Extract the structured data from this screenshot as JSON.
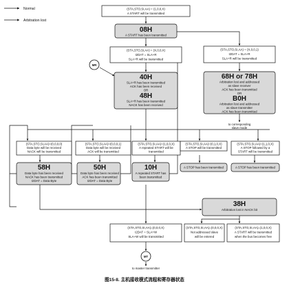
{
  "legend": {
    "normal": "Normal",
    "arbitration_lost": "Arbitration lost"
  },
  "start_box": {
    "lines": [
      "(STA,STO,SI,AA) = (1,0,0,X)",
      "A START will be transmitted"
    ]
  },
  "state_08": {
    "code": "08H",
    "lines": [
      "A START has been transmitted"
    ]
  },
  "send_sla_box": {
    "lines": [
      "(STA,STO,SI,AA) = (X,0,0,X)",
      "I2DAT = SLA+R",
      "SLA+R will be transmitted"
    ]
  },
  "mr_label": "MR",
  "state_40_48": {
    "code1": "40H",
    "lines1": [
      "SLA+R has been transmitted",
      "ACK has been received",
      "OR"
    ],
    "code2": "48H",
    "lines2": [
      "SLA+R has been transmitted",
      "NACK has been received"
    ]
  },
  "right_box": {
    "lines": [
      "(STA,STO,SI,AA) = (X,0,0,1)",
      "I2DAT = SLA+R",
      "SLA+R will be transmitted"
    ]
  },
  "state_68_78_b0": {
    "code1": "68H  or  78H",
    "lines1": [
      "Arbitration lost and addressed",
      "as slave receiver",
      "ACK has been transmitted",
      "OR"
    ],
    "code2": "B0H",
    "lines2": [
      "Arbitration lost and addressed",
      "as slave transmitter",
      "ACK has been transmitted"
    ]
  },
  "to_slave_text": [
    "to corresponding",
    "slave mode"
  ],
  "row3": [
    {
      "lines": [
        "(STA,STO,SI,AA)=(0,0,0,0)",
        "Data byte will be received",
        "NACK will be transmitted"
      ]
    },
    {
      "lines": [
        "(STA,STO,SI,AA)=(0,0,0,1)",
        "Data byte will be received",
        "ACK will be transmitted"
      ]
    },
    {
      "lines": [
        "(STA,STO,SI,AA)=(1,0,0,X)",
        "A repeated START will be",
        "transmitted"
      ]
    },
    {
      "lines": [
        "(STA,STO,SI,AA)=(0,1,0,X)",
        "A STOP will be transmitted"
      ]
    },
    {
      "lines": [
        "(STA,STO,SI,AA)=(1,1,0,X)",
        "A STOP followed by a",
        "START will be transmitted"
      ]
    }
  ],
  "state_58": {
    "code": "58H",
    "lines": [
      "Data byte has been received",
      "NACK has been transmitted",
      "I2DAT = Data Byte"
    ]
  },
  "state_50": {
    "code": "50H",
    "lines": [
      "Data byte has been received",
      "ACK has been transmitted",
      "I2DAT = Data Byte"
    ]
  },
  "state_10": {
    "code": "10H",
    "lines": [
      "A repeated START has",
      "been transmitted"
    ]
  },
  "stop_done": {
    "lines": [
      "A STOP has been transmitted"
    ]
  },
  "start_done": {
    "lines": [
      "A STOP has been transmitted"
    ]
  },
  "state_38": {
    "code": "38H",
    "lines": [
      "Arbitration lost in NACK bit"
    ]
  },
  "bottom_boxes": [
    {
      "lines": [
        "(STA,STO,SI,AA)=(0,0,0,X)",
        "I2DAT = SLA+W",
        "SLA+W will be transmitted"
      ]
    },
    {
      "lines": [
        "(STA,STO,SI,AA)=(0,0,0,X)",
        "Not addressed slave",
        "will be entered"
      ]
    },
    {
      "lines": [
        "(STA,STO,SI,AA)=(1,0,0,X)",
        "A START will be transmitted",
        "when the bus becomes free"
      ]
    }
  ],
  "mt_label": "MT",
  "to_master_text": "to master transmitter",
  "caption": "图15-8. 主机接收模式流程和寄存器状态"
}
